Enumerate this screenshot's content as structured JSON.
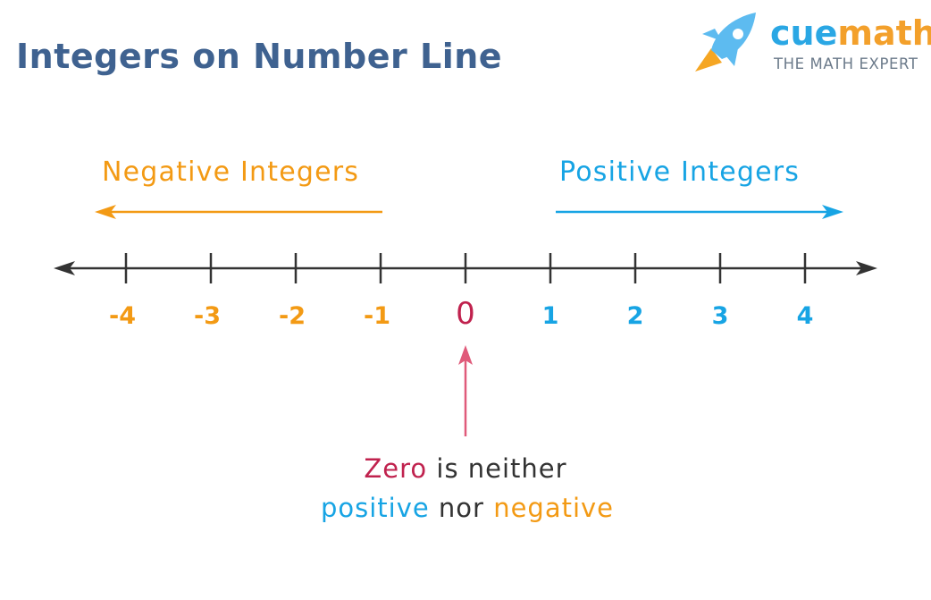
{
  "title": "Integers on Number Line",
  "brand": {
    "name_part1": "cue",
    "name_part2": "math",
    "tagline": "THE MATH EXPERT",
    "logo_icon": "rocket-icon",
    "colors": {
      "rocket_body": "#5DBBF0",
      "flame": "#F5A623",
      "name_part1": "#2AA7E4",
      "name_part2": "#F3A02B",
      "tagline": "#6B7A8A"
    }
  },
  "negative": {
    "heading": "Negative Integers",
    "color": "#F39A14"
  },
  "positive": {
    "heading": "Positive Integers",
    "color": "#17A4E4"
  },
  "number_line": {
    "ticks": [
      {
        "value": -4,
        "label": "-4"
      },
      {
        "value": -3,
        "label": "-3"
      },
      {
        "value": -2,
        "label": "-2"
      },
      {
        "value": -1,
        "label": "-1"
      },
      {
        "value": 0,
        "label": "0"
      },
      {
        "value": 1,
        "label": "1"
      },
      {
        "value": 2,
        "label": "2"
      },
      {
        "value": 3,
        "label": "3"
      },
      {
        "value": 4,
        "label": "4"
      }
    ],
    "axis_color": "#333333"
  },
  "zero": {
    "color": "#C0224E",
    "pointer_color": "#E05A7A"
  },
  "note": {
    "line1": {
      "word1": "Zero",
      "word2": " is neither"
    },
    "line2": {
      "word1": "positive",
      "word2": " nor ",
      "word3": "negative"
    },
    "text_color": "#333333"
  },
  "title_color": "#3F6290"
}
